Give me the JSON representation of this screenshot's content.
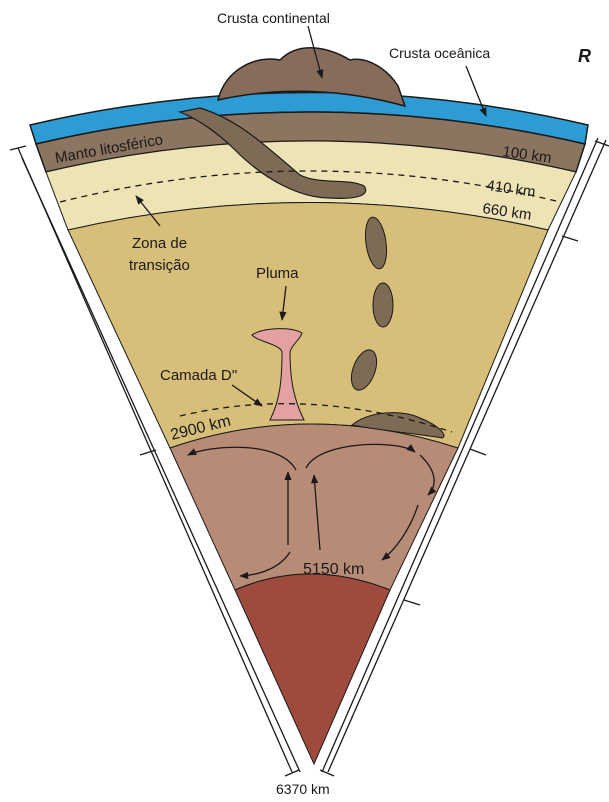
{
  "corner_mark": "R",
  "labels": {
    "continental_crust": "Crusta continental",
    "oceanic_crust": "Crusta oceânica",
    "lithospheric_mantle": "Manto litosférico",
    "transition_zone_line1": "Zona de",
    "transition_zone_line2": "transição",
    "plume": "Pluma",
    "d_layer": "Camada D''"
  },
  "depths": {
    "d100": "100 km",
    "d410": "410 km",
    "d660": "660 km",
    "d2900": "2900 km",
    "d5150": "5150 km",
    "d6370": "6370 km"
  },
  "colors": {
    "ocean_crust": "#2d9bd4",
    "lithosphere": "#8b7460",
    "continent": "#876c5c",
    "upper_mantle": "#ede3b5",
    "transition": "#e6d79c",
    "lower_mantle": "#d7bf79",
    "outer_core": "#b88b76",
    "inner_core": "#9e4a3d",
    "plume": "#e3a1a1",
    "slab": "#7e6b55"
  }
}
